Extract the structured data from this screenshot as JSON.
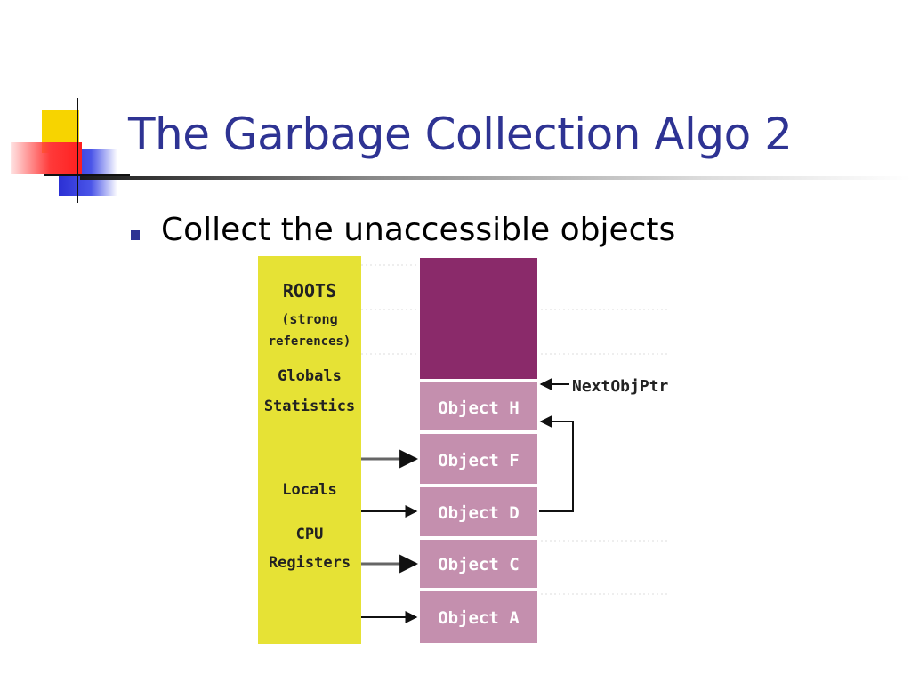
{
  "slide": {
    "title": "The Garbage Collection Algo 2",
    "bullet": "Collect the unaccessible objects"
  },
  "diagram": {
    "roots": {
      "heading": "ROOTS",
      "lines": [
        "(strong",
        "references)",
        "Globals",
        "Statistics",
        "Locals",
        "CPU",
        "Registers"
      ]
    },
    "objects": [
      "Object H",
      "Object F",
      "Object D",
      "Object C",
      "Object A"
    ],
    "pointer_label": "NextObjPtr",
    "colors": {
      "roots_fill": "#e6e235",
      "heap_free": "#8a2a6a",
      "object_fill": "#c48fae",
      "object_text": "#ffffff",
      "arrow": "#111111"
    }
  }
}
